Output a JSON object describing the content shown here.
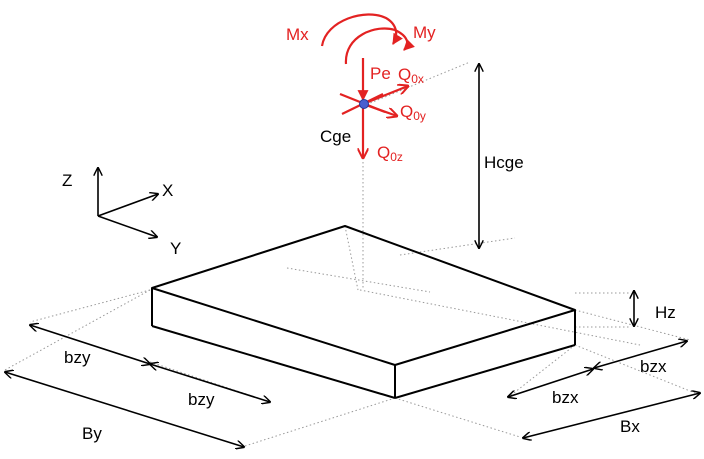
{
  "colors": {
    "load": "#e32222",
    "dimension": "#000000",
    "guide": "#999999",
    "center_point": "#4a5fd0"
  },
  "axes": {
    "z": "Z",
    "x": "X",
    "y": "Y"
  },
  "loads": {
    "mx": "Mx",
    "my": "My",
    "pe": "Pe",
    "q0x_main": "Q",
    "q0x_sub": "0x",
    "q0y_main": "Q",
    "q0y_sub": "0y",
    "q0z_main": "Q",
    "q0z_sub": "0z",
    "cge": "Cge"
  },
  "dimensions": {
    "hcge": "Hcge",
    "hz": "Hz",
    "bzy_top": "bzy",
    "bzy_bottom": "bzy",
    "by": "By",
    "bzx_right": "bzx",
    "bzx_bottom": "bzx",
    "bx": "Bx"
  }
}
